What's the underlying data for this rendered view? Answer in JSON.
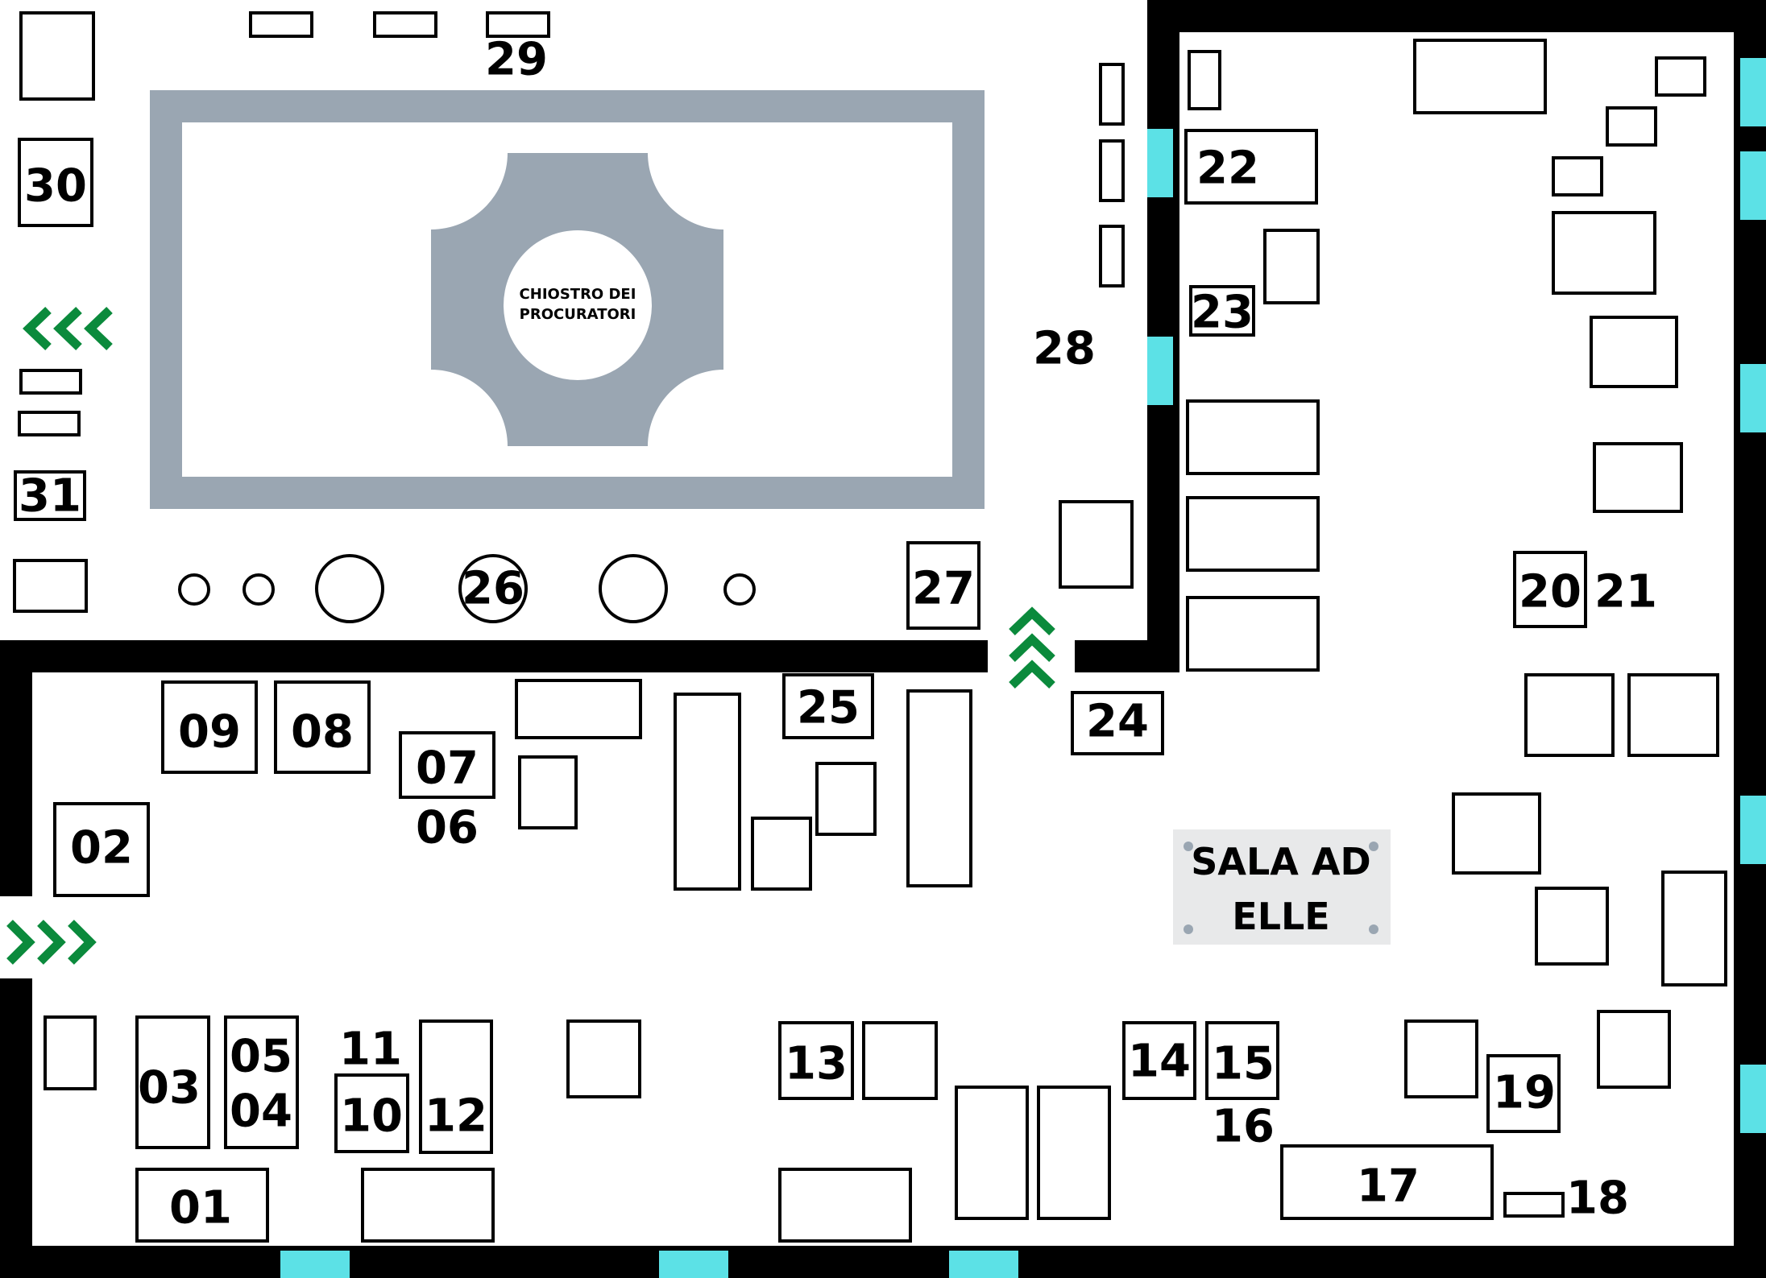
{
  "room_label": [
    "SALA AD",
    "ELLE"
  ],
  "cloister_label": [
    "CHIOSTRO DEI",
    "PROCURATORI"
  ],
  "stands": [
    "01",
    "02",
    "03",
    "04",
    "05",
    "06",
    "07",
    "08",
    "09",
    "10",
    "11",
    "12",
    "13",
    "14",
    "15",
    "16",
    "17",
    "18",
    "19",
    "20",
    "21",
    "22",
    "23",
    "24",
    "25",
    "26",
    "27",
    "28",
    "29",
    "30",
    "31"
  ],
  "colors": {
    "wall": "#000000",
    "window": "#5ce1e6",
    "cloister": "#9aa6b2",
    "arrow": "#0b8a3c",
    "room_label_bg": "#e8e9ea"
  },
  "icons": [
    "direction-arrow-left-icon",
    "direction-arrow-right-icon",
    "direction-arrow-up-icon"
  ]
}
